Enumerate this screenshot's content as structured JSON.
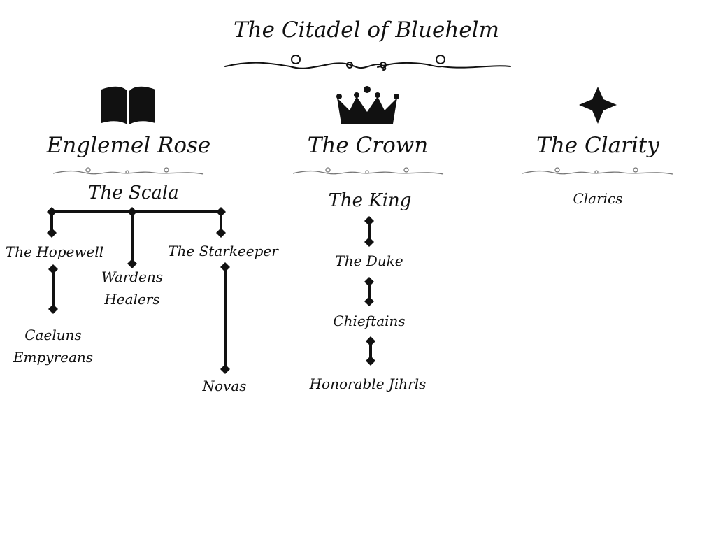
{
  "title": "The Citadel of Bluehelm",
  "colors": {
    "ink": "#111111",
    "background": "#ffffff"
  },
  "columns": [
    {
      "icon": "open-book-icon",
      "title": "Englemel Rose",
      "subtitle": "The Scala",
      "branches": [
        {
          "label": "The Hopewell",
          "children": [
            "Caeluns",
            "Empyreans"
          ]
        },
        {
          "label": "Wardens",
          "label2": "Healers"
        },
        {
          "label": "The Starkeeper",
          "children": [
            "Novas"
          ]
        }
      ]
    },
    {
      "icon": "crown-icon",
      "title": "The Crown",
      "chain": [
        "The King",
        "The Duke",
        "Chieftains",
        "Honorable Jihrls"
      ]
    },
    {
      "icon": "four-point-star-icon",
      "title": "The Clarity",
      "items": [
        "Clarics"
      ]
    }
  ]
}
